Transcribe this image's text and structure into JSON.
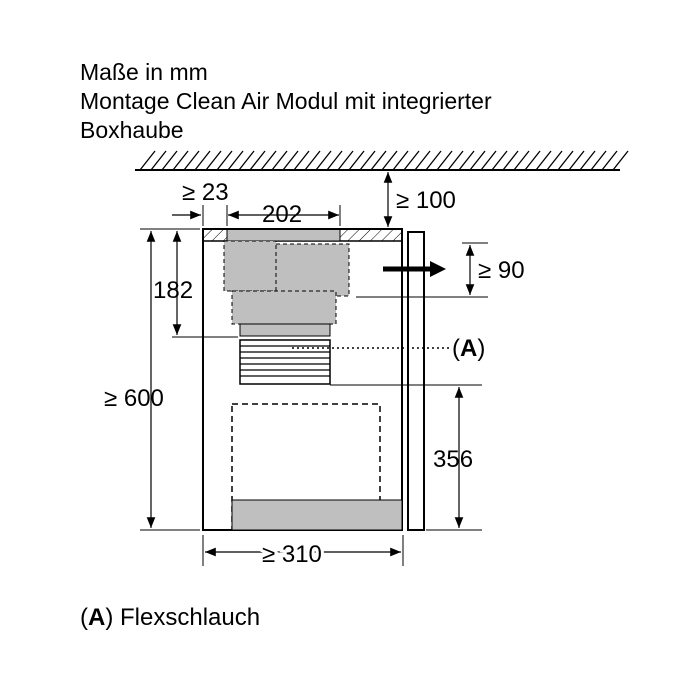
{
  "title_lines": [
    "Maße in mm",
    "Montage Clean Air Modul mit integrierter",
    "Boxhaube"
  ],
  "dimensions": {
    "min_side_gap": "≥ 23",
    "width_top": "202",
    "min_ceiling_gap": "≥ 100",
    "height_upper": "182",
    "min_outlet": "≥ 90",
    "min_height": "≥ 600",
    "lower_height": "356",
    "min_width": "≥ 310"
  },
  "callout": {
    "open": "(",
    "letter": "A",
    "close": ")"
  },
  "legend": {
    "open": "(",
    "letter": "A",
    "close": ")",
    "text": " Flexschlauch"
  },
  "colors": {
    "gray_fill": "#bfbfbf",
    "line": "#000000"
  }
}
